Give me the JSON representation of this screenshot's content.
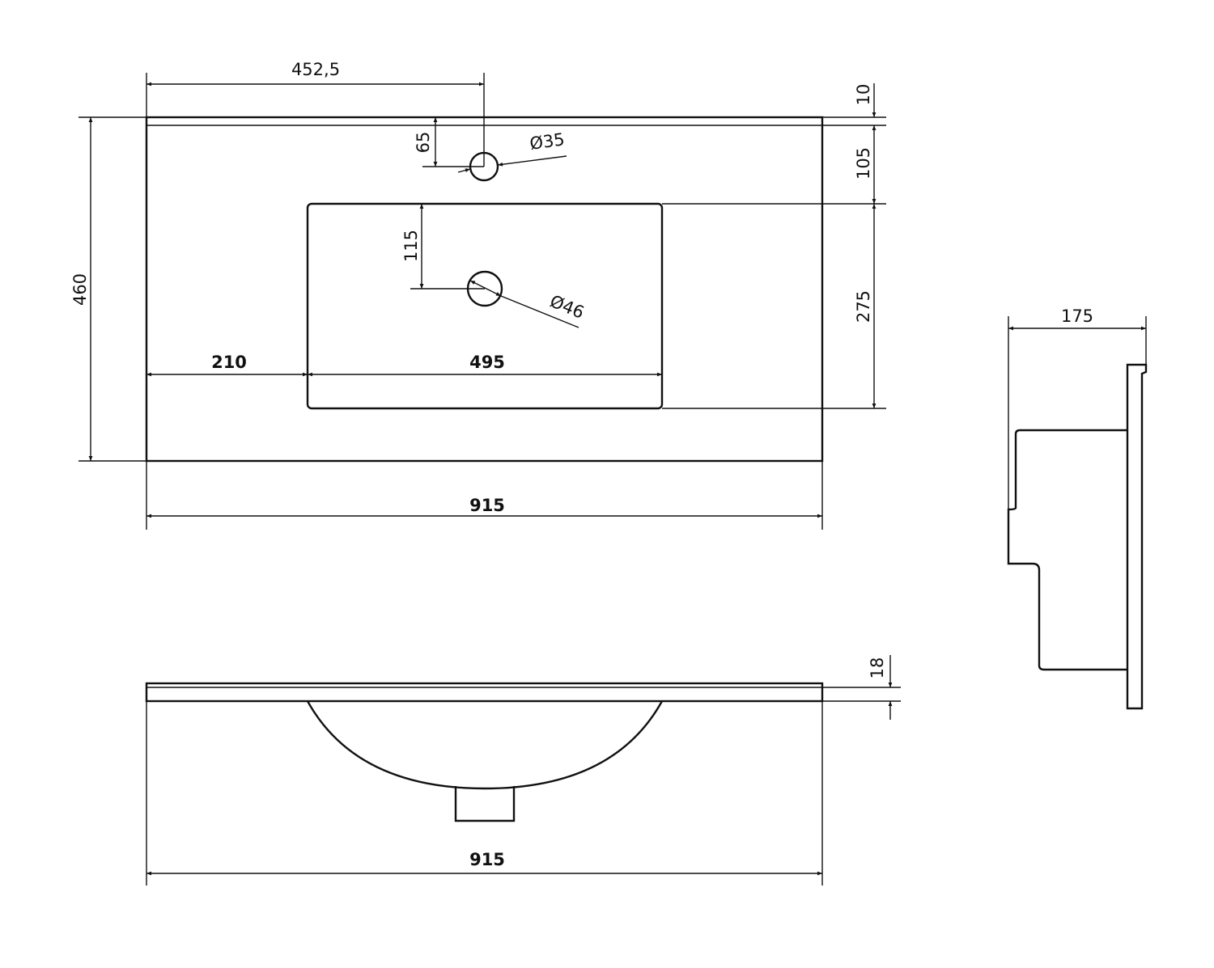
{
  "title": "Washbasin technical drawing",
  "top_view": {
    "dim_tap_offset": "452,5",
    "dim_edge": "10",
    "dim_tap_depth": "65",
    "dim_tap_diameter": "Ø35",
    "dim_tap_to_bowl": "105",
    "dim_drain_depth": "115",
    "dim_total_depth": "460",
    "dim_drain_diameter": "Ø46",
    "dim_bowl_depth": "275",
    "dim_left_margin": "210",
    "dim_bowl_width": "495",
    "dim_total_width": "915"
  },
  "side_view": {
    "dim_height": "175"
  },
  "front_view": {
    "dim_slab": "18",
    "dim_total_width": "915"
  }
}
